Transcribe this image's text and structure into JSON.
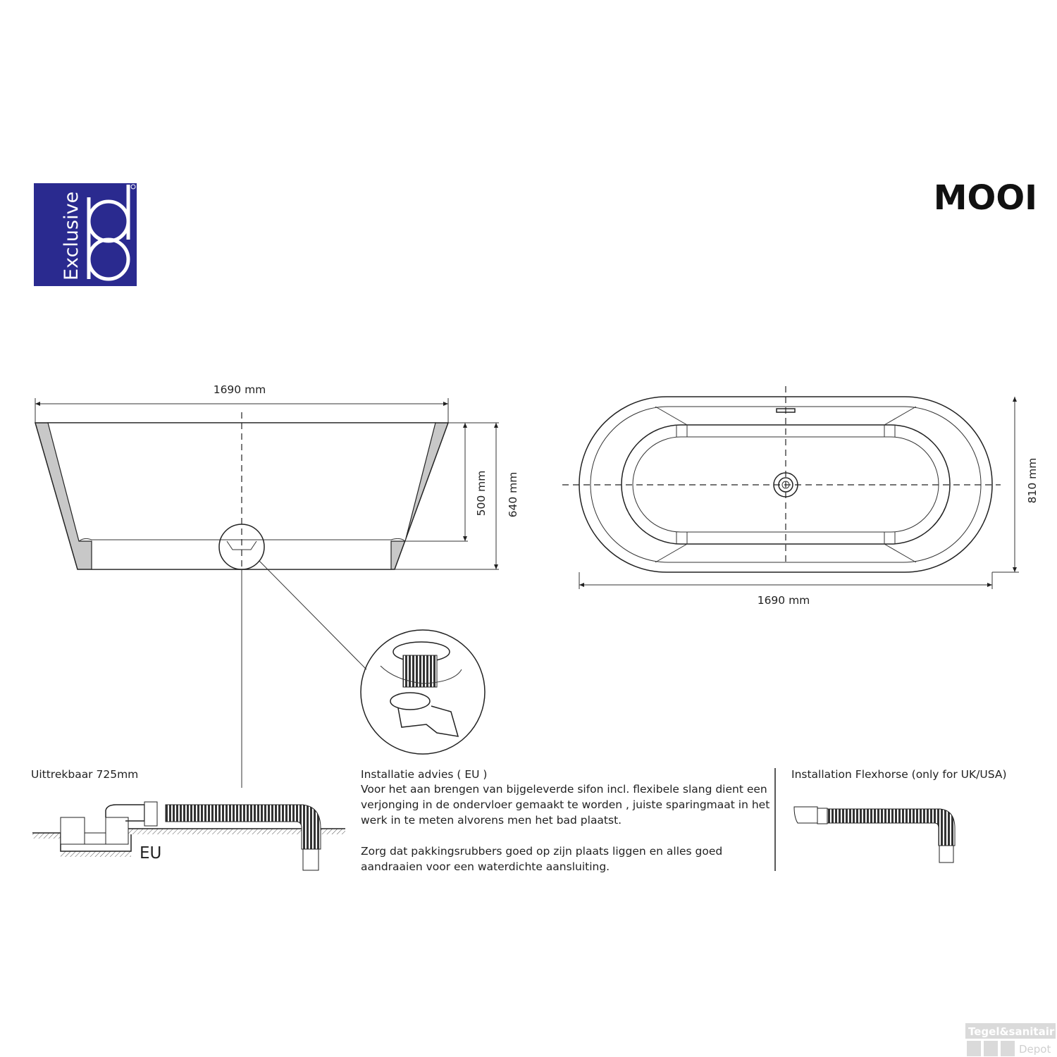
{
  "header": {
    "logo_text": "Exclusive bd",
    "product_title": "MOOI"
  },
  "colors": {
    "logo_blue": "#2a2a8f",
    "line": "#222222",
    "wall_fill": "#c8c8c8"
  },
  "side_view": {
    "width_label": "1690 mm",
    "inner_depth_label": "500 mm",
    "height_label": "640 mm"
  },
  "top_view": {
    "length_label": "1690 mm",
    "width_label": "810 mm"
  },
  "eu_drain": {
    "title": "Uittrekbaar 725mm",
    "tag": "EU"
  },
  "installation_advice": {
    "title": "Installatie advies ( EU )",
    "lines": [
      "Voor het aan brengen van bijgeleverde sifon incl. flexibele slang dient een",
      "verjonging in de ondervloer gemaakt te worden , juiste sparingmaat in het",
      "werk in te meten alvorens men het bad plaatst.",
      "Zorg dat pakkingsrubbers goed op zijn plaats liggen en alles goed",
      "aandraaien voor een waterdichte aansluiting."
    ]
  },
  "flexhose": {
    "title": "Installation Flexhorse  (only for UK/USA)"
  },
  "watermark": {
    "line1": "Tegel&sanitair",
    "line2": "Depot"
  }
}
